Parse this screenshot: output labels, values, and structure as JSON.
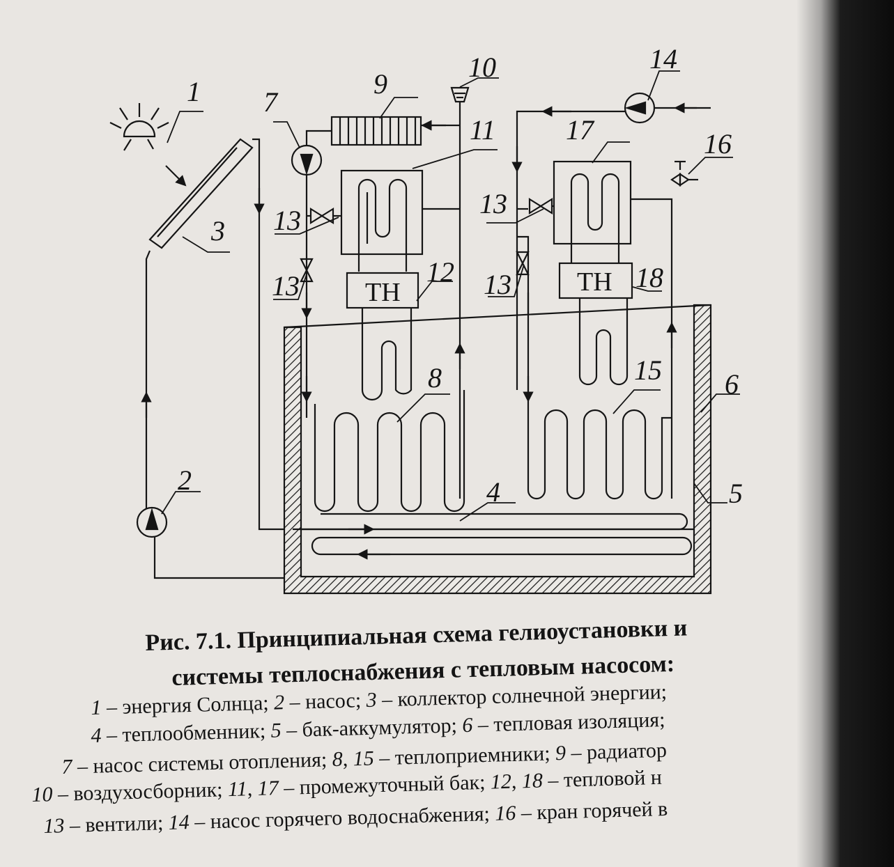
{
  "diagram": {
    "labels": {
      "n1": "1",
      "n2": "2",
      "n3": "3",
      "n4": "4",
      "n5": "5",
      "n6": "6",
      "n7": "7",
      "n8": "8",
      "n9": "9",
      "n10": "10",
      "n11": "11",
      "n12": "12",
      "n13a": "13",
      "n13b": "13",
      "n13c": "13",
      "n13d": "13",
      "n14": "14",
      "n15": "15",
      "n16": "16",
      "n17": "17",
      "n18": "18"
    },
    "heat_pump_left": "ТН",
    "heat_pump_right": "ТН"
  },
  "caption": {
    "title_line1": "Рис. 7.1. Принципиальная схема гелиоустановки и",
    "title_line2": "системы теплоснабжения с тепловым насосом:",
    "legend": [
      [
        {
          "t": "1",
          "i": true
        },
        {
          "t": " – энергия Солнца; ",
          "i": false
        },
        {
          "t": "2",
          "i": true
        },
        {
          "t": " – насос; ",
          "i": false
        },
        {
          "t": "3",
          "i": true
        },
        {
          "t": " – коллектор солнечной энергии;",
          "i": false
        }
      ],
      [
        {
          "t": "4",
          "i": true
        },
        {
          "t": " – теплообменник; ",
          "i": false
        },
        {
          "t": "5",
          "i": true
        },
        {
          "t": " – бак-аккумулятор; ",
          "i": false
        },
        {
          "t": "6",
          "i": true
        },
        {
          "t": " – тепловая изоляция;",
          "i": false
        }
      ],
      [
        {
          "t": "7",
          "i": true
        },
        {
          "t": " – насос системы отопления; ",
          "i": false
        },
        {
          "t": "8",
          "i": true
        },
        {
          "t": ", ",
          "i": false
        },
        {
          "t": "15",
          "i": true
        },
        {
          "t": " – теплоприемники; ",
          "i": false
        },
        {
          "t": "9",
          "i": true
        },
        {
          "t": " – радиатор",
          "i": false
        }
      ],
      [
        {
          "t": "10",
          "i": true
        },
        {
          "t": " – воздухосборник; ",
          "i": false
        },
        {
          "t": "11",
          "i": true
        },
        {
          "t": ", ",
          "i": false
        },
        {
          "t": "17",
          "i": true
        },
        {
          "t": " – промежуточный бак; ",
          "i": false
        },
        {
          "t": "12",
          "i": true
        },
        {
          "t": ", ",
          "i": false
        },
        {
          "t": "18",
          "i": true
        },
        {
          "t": " – тепловой н",
          "i": false
        }
      ],
      [
        {
          "t": "13",
          "i": true
        },
        {
          "t": " – вентили; ",
          "i": false
        },
        {
          "t": "14",
          "i": true
        },
        {
          "t": " – насос горячего водоснабжения; ",
          "i": false
        },
        {
          "t": "16",
          "i": true
        },
        {
          "t": " – кран горячей в",
          "i": false
        }
      ]
    ]
  }
}
